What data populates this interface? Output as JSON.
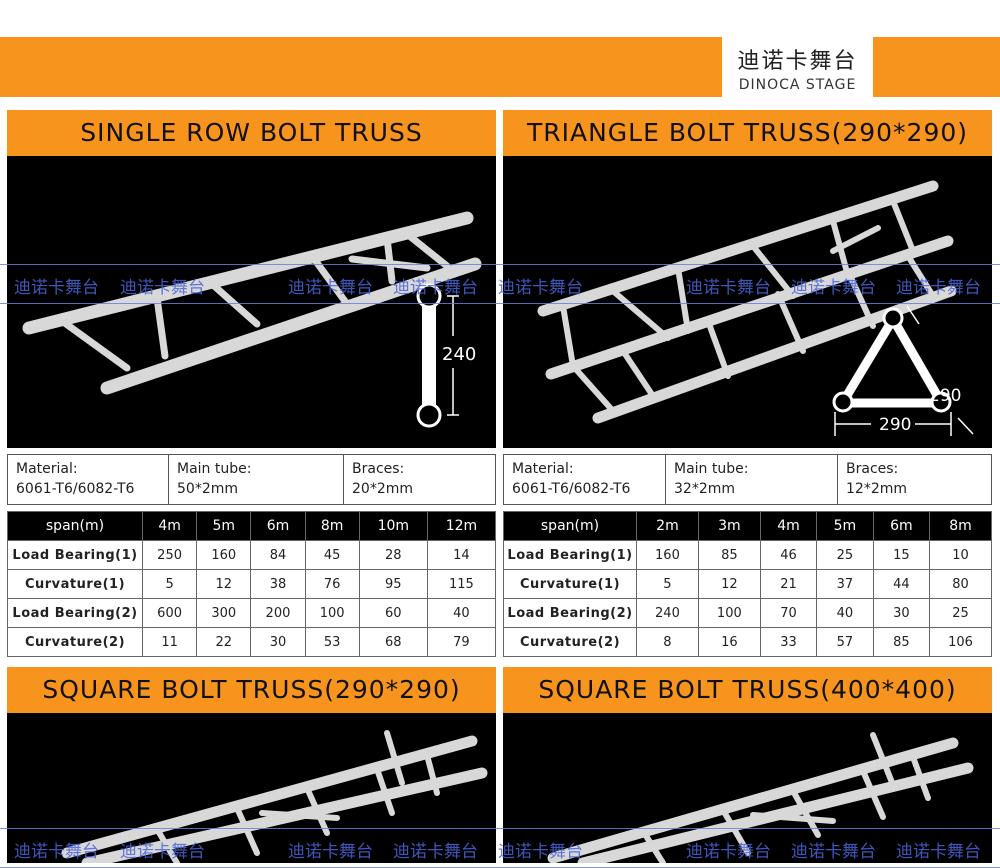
{
  "brand": {
    "cn": "迪诺卡舞台",
    "en": "DINOCA STAGE"
  },
  "watermark": {
    "text": "迪诺卡舞台"
  },
  "panels": [
    {
      "title": "SINGLE ROW BOLT TRUSS",
      "dims": {
        "h": "240"
      },
      "material_label": "Material:",
      "material": "6061-T6/6082-T6",
      "tube_label": "Main tube:",
      "tube": "50*2mm",
      "braces_label": "Braces:",
      "braces": "20*2mm",
      "span_label": "span(m)",
      "spans": [
        "4m",
        "5m",
        "6m",
        "8m",
        "10m",
        "12m"
      ],
      "rows": [
        {
          "label": "Load Bearing(1)",
          "values": [
            "250",
            "160",
            "84",
            "45",
            "28",
            "14"
          ]
        },
        {
          "label": "Curvature(1)",
          "values": [
            "5",
            "12",
            "38",
            "76",
            "95",
            "115"
          ]
        },
        {
          "label": "Load Bearing(2)",
          "values": [
            "600",
            "300",
            "200",
            "100",
            "60",
            "40"
          ]
        },
        {
          "label": "Curvature(2)",
          "values": [
            "11",
            "22",
            "30",
            "53",
            "68",
            "79"
          ]
        }
      ]
    },
    {
      "title": "TRIANGLE BOLT TRUSS(290*290)",
      "dims": {
        "side": "290",
        "base": "290"
      },
      "material_label": "Material:",
      "material": "6061-T6/6082-T6",
      "tube_label": "Main tube:",
      "tube": "32*2mm",
      "braces_label": "Braces:",
      "braces": "12*2mm",
      "span_label": "span(m)",
      "spans": [
        "2m",
        "3m",
        "4m",
        "5m",
        "6m",
        "8m"
      ],
      "rows": [
        {
          "label": "Load Bearing(1)",
          "values": [
            "160",
            "85",
            "46",
            "25",
            "15",
            "10"
          ]
        },
        {
          "label": "Curvature(1)",
          "values": [
            "5",
            "12",
            "21",
            "37",
            "44",
            "80"
          ]
        },
        {
          "label": "Load Bearing(2)",
          "values": [
            "240",
            "100",
            "70",
            "40",
            "30",
            "25"
          ]
        },
        {
          "label": "Curvature(2)",
          "values": [
            "8",
            "16",
            "33",
            "57",
            "85",
            "106"
          ]
        }
      ]
    },
    {
      "title": "SQUARE BOLT TRUSS(290*290)"
    },
    {
      "title": "SQUARE BOLT TRUSS(400*400)"
    }
  ]
}
